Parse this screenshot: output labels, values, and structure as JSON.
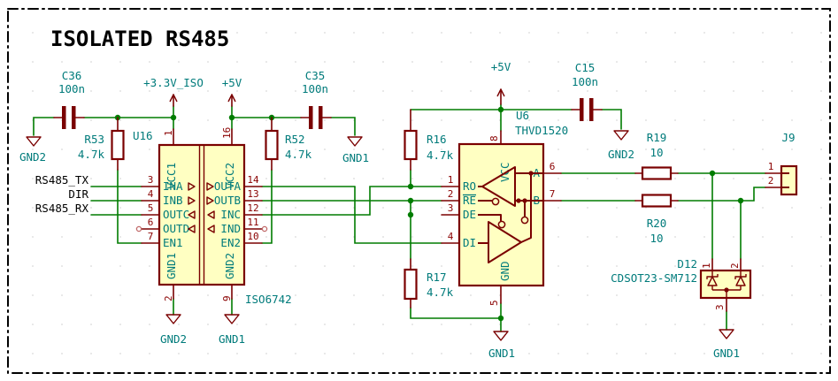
{
  "title": "ISOLATED RS485",
  "colors": {
    "wire": "#007C00",
    "component": "#7A0000",
    "field": "#007B7B",
    "label": "#000000",
    "body_fill": "#FFFFC2"
  },
  "nets": {
    "gnd1": "GND1",
    "gnd2": "GND2",
    "p33": "+3.3V_ISO",
    "p5": "+5V",
    "tx": "RS485_TX",
    "dir": "DIR",
    "rx": "RS485_RX"
  },
  "components": {
    "c36": {
      "ref": "C36",
      "value": "100n"
    },
    "c35": {
      "ref": "C35",
      "value": "100n"
    },
    "c15": {
      "ref": "C15",
      "value": "100n"
    },
    "r53": {
      "ref": "R53",
      "value": "4.7k"
    },
    "r52": {
      "ref": "R52",
      "value": "4.7k"
    },
    "r16": {
      "ref": "R16",
      "value": "4.7k"
    },
    "r17": {
      "ref": "R17",
      "value": "4.7k"
    },
    "r19": {
      "ref": "R19",
      "value": "10"
    },
    "r20": {
      "ref": "R20",
      "value": "10"
    },
    "u16": {
      "ref": "U16",
      "value": "ISO6742",
      "pins": {
        "vcc1": "VCC1",
        "vcc2": "VCC2",
        "gnd1": "GND1",
        "gnd2": "GND2",
        "ina": "INA",
        "inb": "INB",
        "outc": "OUTC",
        "outd": "OUTD",
        "en1": "EN1",
        "outa": "OUTA",
        "outb": "OUTB",
        "inc": "INC",
        "ind": "IND",
        "en2": "EN2"
      },
      "numbers": {
        "p1": "1",
        "p2": "2",
        "p3": "3",
        "p4": "4",
        "p5": "5",
        "p6": "6",
        "p7": "7",
        "p9": "9",
        "p10": "10",
        "p11": "11",
        "p12": "12",
        "p13": "13",
        "p14": "14",
        "p16": "16"
      }
    },
    "u6": {
      "ref": "U6",
      "value": "THVD1520",
      "pins": {
        "ro": "RO",
        "re": "RE",
        "de": "DE",
        "di": "DI",
        "a": "A",
        "b": "B",
        "vcc": "VCC",
        "gnd": "GND"
      },
      "numbers": {
        "p1": "1",
        "p2": "2",
        "p3": "3",
        "p4": "4",
        "p5": "5",
        "p6": "6",
        "p7": "7",
        "p8": "8"
      }
    },
    "d12": {
      "ref": "D12",
      "value": "CDSOT23-SM712",
      "numbers": {
        "p1": "1",
        "p2": "2",
        "p3": "3"
      }
    },
    "j9": {
      "ref": "J9",
      "pin1": "1",
      "pin2": "2"
    }
  }
}
